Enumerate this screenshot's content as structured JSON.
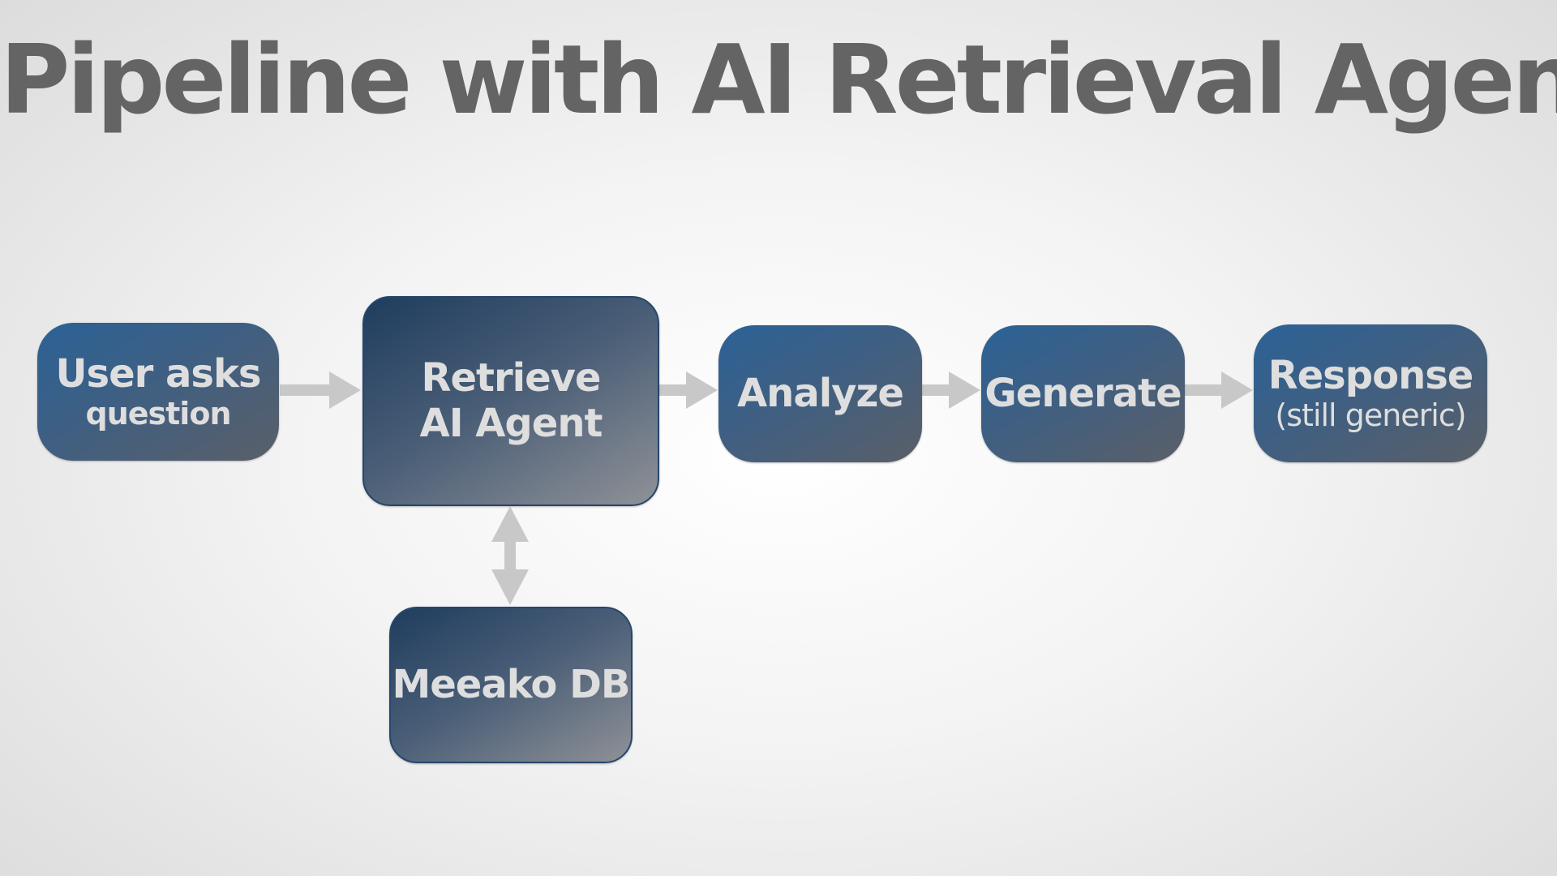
{
  "title": "Pipeline with AI Retrieval Agent",
  "nodes": {
    "user": {
      "line1": "User asks",
      "line2": "question"
    },
    "retrieve": {
      "line1": "Retrieve",
      "line2": "AI Agent"
    },
    "analyze": {
      "line1": "Analyze"
    },
    "generate": {
      "line1": "Generate"
    },
    "response": {
      "line1": "Response",
      "line2": "(still generic)"
    },
    "db": {
      "line1": "Meeako DB"
    }
  },
  "colors": {
    "node_blue": "#2b6297",
    "node_dark": "#1f3d5e",
    "text_light": "#dedede",
    "title_gray": "#646464",
    "arrow_gray": "#c8c8c8"
  },
  "edges": [
    {
      "from": "user",
      "to": "retrieve",
      "direction": "forward"
    },
    {
      "from": "retrieve",
      "to": "analyze",
      "direction": "forward"
    },
    {
      "from": "analyze",
      "to": "generate",
      "direction": "forward"
    },
    {
      "from": "generate",
      "to": "response",
      "direction": "forward"
    },
    {
      "from": "retrieve",
      "to": "db",
      "direction": "bidirectional"
    }
  ]
}
